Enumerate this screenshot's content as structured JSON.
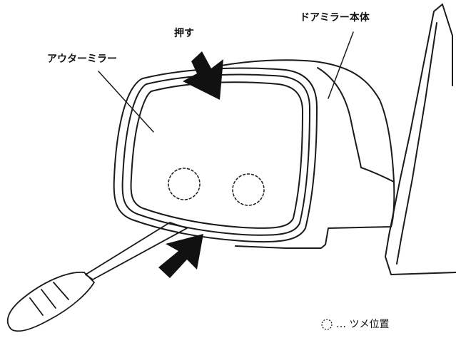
{
  "labels": {
    "push": "押す",
    "outer_mirror": "アウターミラー",
    "mirror_body": "ドアミラー本体"
  },
  "legend": {
    "text": "… ツメ位置",
    "marker_icon": "dashed-circle-icon"
  },
  "colors": {
    "line": "#1a1a1a",
    "fill": "#ffffff"
  }
}
